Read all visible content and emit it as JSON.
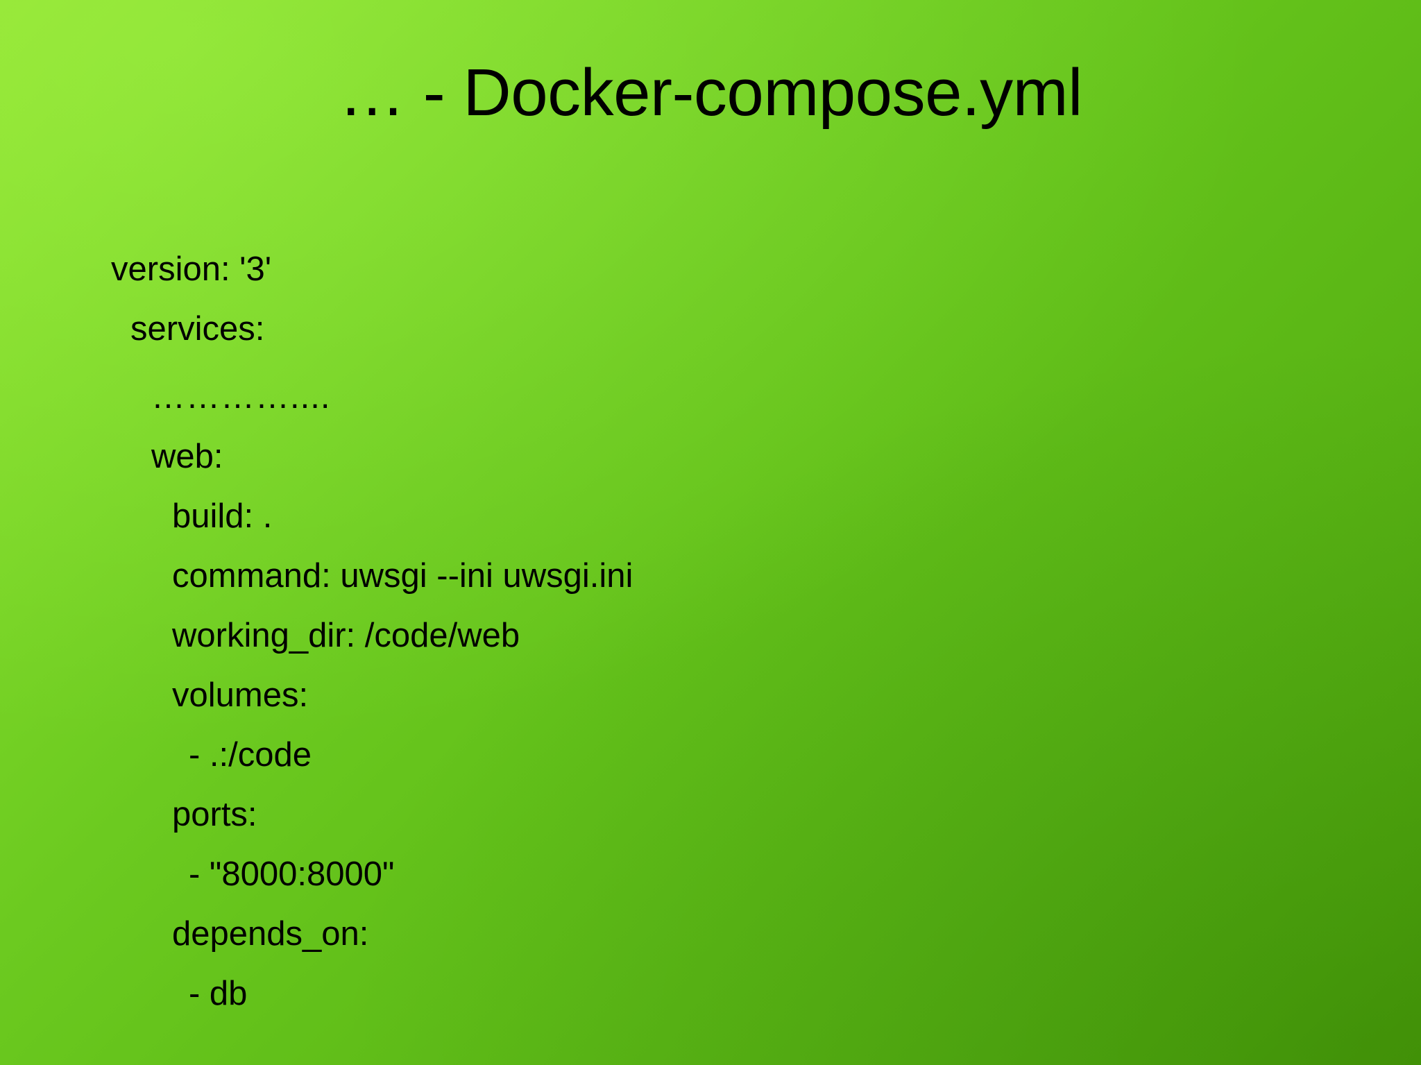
{
  "slide": {
    "title": "… - Docker-compose.yml",
    "background": {
      "gradient_start": "#8fe22f",
      "gradient_end": "#4d9f09",
      "direction": "top-left to bottom-right"
    },
    "text_color": "#000000"
  },
  "yaml": {
    "lines": [
      {
        "text": "version: '3'",
        "indent": 0
      },
      {
        "text": "services:",
        "indent": 1
      },
      {
        "text": "…………....",
        "indent": 2
      },
      {
        "text": "web:",
        "indent": 2
      },
      {
        "text": "build: .",
        "indent": 3
      },
      {
        "text": "command: uwsgi --ini uwsgi.ini",
        "indent": 3
      },
      {
        "text": "working_dir: /code/web",
        "indent": 3
      },
      {
        "text": "volumes:",
        "indent": 3
      },
      {
        "text": "- .:/code",
        "indent": 4
      },
      {
        "text": "ports:",
        "indent": 3
      },
      {
        "text": "- \"8000:8000\"",
        "indent": 4
      },
      {
        "text": "depends_on:",
        "indent": 3
      },
      {
        "text": "- db",
        "indent": 4
      }
    ]
  }
}
